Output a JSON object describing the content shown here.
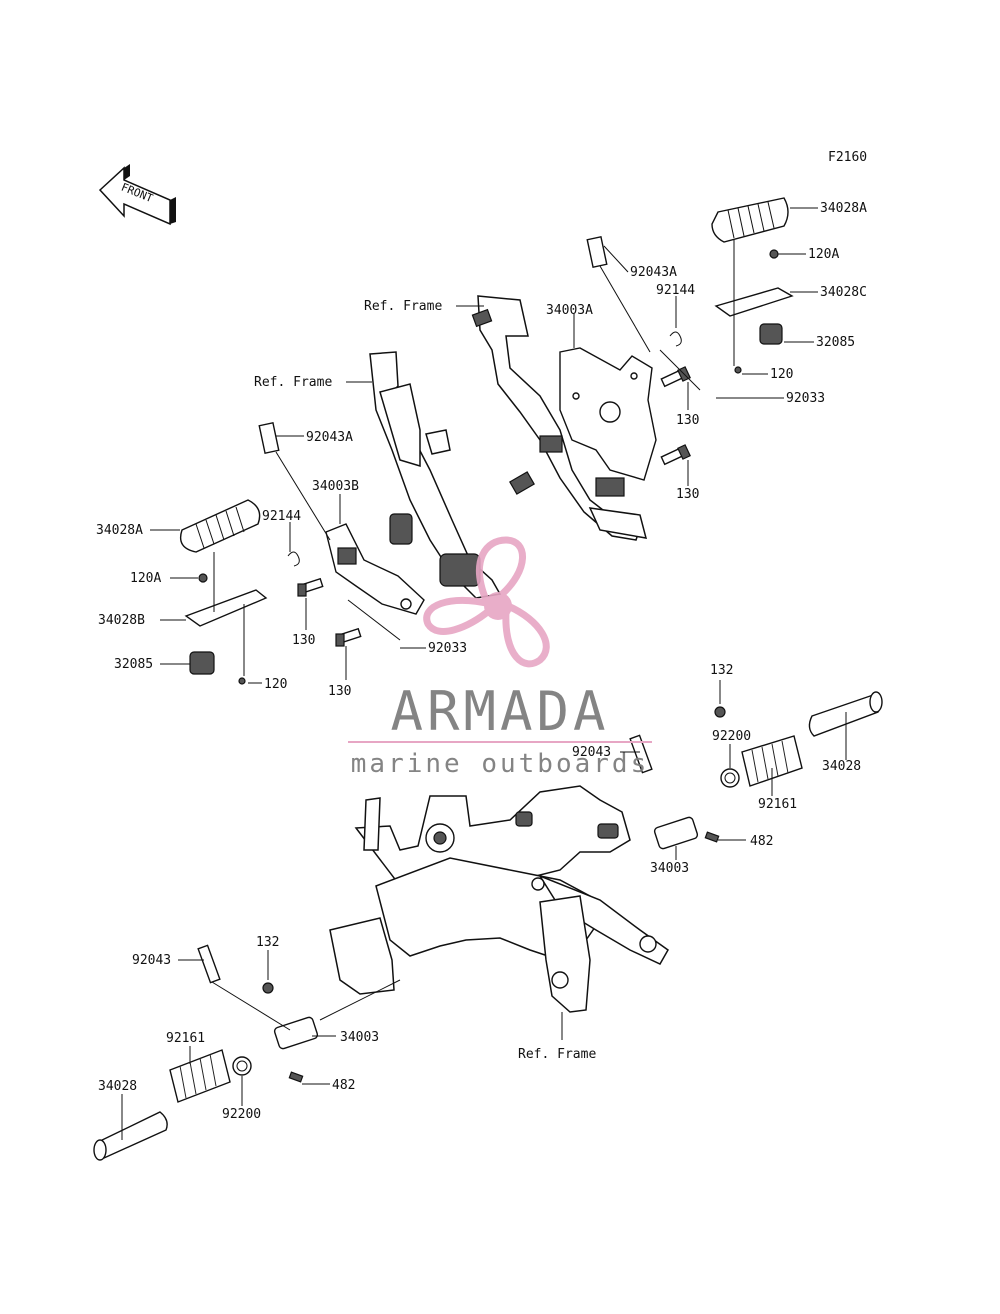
{
  "figure_id": "F2160",
  "front_arrow_label": "FRONT",
  "watermark": {
    "brand": "ARMADA",
    "tagline": "marine outboards",
    "colors": {
      "brand_text": "#7a7a7a",
      "propeller": "#e7a6c4",
      "rule": "#e7a6c4"
    }
  },
  "callouts": [
    {
      "id": "c1",
      "text": "34028A"
    },
    {
      "id": "c2",
      "text": "120A"
    },
    {
      "id": "c3",
      "text": "34028C"
    },
    {
      "id": "c4",
      "text": "32085"
    },
    {
      "id": "c5",
      "text": "120"
    },
    {
      "id": "c6",
      "text": "92033"
    },
    {
      "id": "c7",
      "text": "130"
    },
    {
      "id": "c8",
      "text": "130"
    },
    {
      "id": "c9",
      "text": "92043A"
    },
    {
      "id": "c10",
      "text": "92144"
    },
    {
      "id": "c11",
      "text": "34003A"
    },
    {
      "id": "c12",
      "text": "Ref. Frame"
    },
    {
      "id": "c13",
      "text": "Ref. Frame"
    },
    {
      "id": "c14",
      "text": "92043A"
    },
    {
      "id": "c15",
      "text": "34003B"
    },
    {
      "id": "c16",
      "text": "92144"
    },
    {
      "id": "c17",
      "text": "34028A"
    },
    {
      "id": "c18",
      "text": "120A"
    },
    {
      "id": "c19",
      "text": "34028B"
    },
    {
      "id": "c20",
      "text": "32085"
    },
    {
      "id": "c21",
      "text": "120"
    },
    {
      "id": "c22",
      "text": "130"
    },
    {
      "id": "c23",
      "text": "92033"
    },
    {
      "id": "c24",
      "text": "130"
    },
    {
      "id": "c25",
      "text": "132"
    },
    {
      "id": "c26",
      "text": "92043"
    },
    {
      "id": "c27",
      "text": "92200"
    },
    {
      "id": "c28",
      "text": "34028"
    },
    {
      "id": "c29",
      "text": "92161"
    },
    {
      "id": "c30",
      "text": "34003"
    },
    {
      "id": "c31",
      "text": "482"
    },
    {
      "id": "c32",
      "text": "92043"
    },
    {
      "id": "c33",
      "text": "132"
    },
    {
      "id": "c34",
      "text": "34003"
    },
    {
      "id": "c35",
      "text": "Ref. Frame"
    },
    {
      "id": "c36",
      "text": "92161"
    },
    {
      "id": "c37",
      "text": "34028"
    },
    {
      "id": "c38",
      "text": "92200"
    },
    {
      "id": "c39",
      "text": "482"
    }
  ]
}
